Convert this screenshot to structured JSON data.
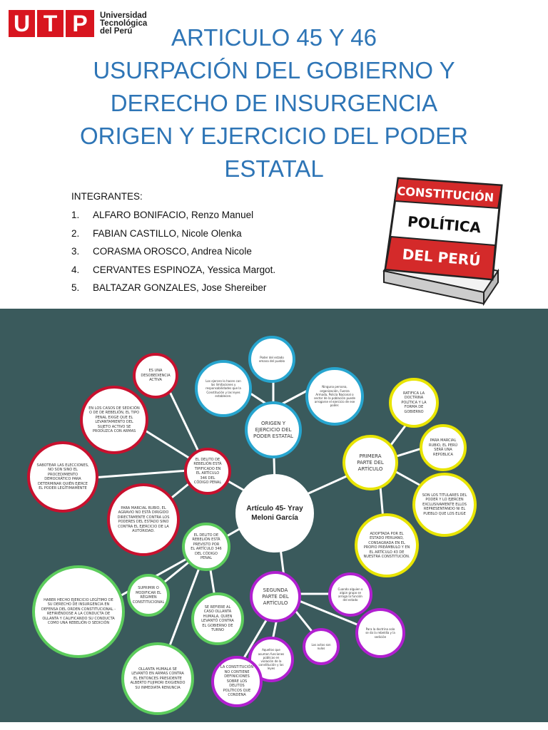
{
  "logo": {
    "letters": [
      "U",
      "T",
      "P"
    ],
    "line1": "Universidad",
    "line2": "Tecnológica",
    "line3": "del Perú",
    "brand_color": "#d8151f"
  },
  "title": {
    "line1": "ARTICULO 45 Y 46",
    "line2": "USURPACIÓN DEL GOBIERNO Y",
    "line3": "DERECHO DE INSURGENCIA",
    "line4": "ORIGEN Y EJERCICIO DEL PODER",
    "line5": "ESTATAL",
    "color": "#2e75b6"
  },
  "members": {
    "label": "INTEGRANTES:",
    "items": [
      {
        "num": "1.",
        "name": "ALFARO BONIFACIO, Renzo Manuel"
      },
      {
        "num": "2.",
        "name": "FABIAN CASTILLO, Nicole Olenka"
      },
      {
        "num": "3.",
        "name": "CORASMA OROSCO, Andrea Nicole"
      },
      {
        "num": "4.",
        "name": "CERVANTES ESPINOZA, Yessica Margot."
      },
      {
        "num": "5.",
        "name": "BALTAZAR GONZALES, Jose Shereiber"
      }
    ]
  },
  "book": {
    "line1": "CONSTITUCIÓN",
    "line2": "POLÍTICA",
    "line3": "DEL PERÚ"
  },
  "map": {
    "background": "#3a5a5c",
    "hub": "Artículo 45- Yray Meloni García",
    "origen": "ORIGEN Y EJERCICIO DEL PODER ESTATAL",
    "primera": "PRIMERA PARTE DEL ARTÍCULO",
    "segunda": "SEGUNDA PARTE DEL ARTÍCULO",
    "blue_top": "Poder del estado emana del pueblo",
    "blue_left": "Los ejercen lo hacen con las limitaciones y responsabilidades que la Constitución y las leyes establecen.",
    "blue_right": "Ninguna persona, organización, Fuerza Armada, Policía Nacional o sector de la población puede arrogarse el ejercicio de ese poder.",
    "y1": "Ratifica la doctrina política y la forma de gobierno",
    "y2": "Para Marcial Rubio, el Perú será una república",
    "y3": "Son los titulares del poder y lo ejercen exclusivamente ellos representando ni el pueblo que los elige",
    "y4": "Adoptada por el estado peruano, consagrada en el propio preámbulo y en el artículo 43 de nuestra constitución.",
    "red_center": "El delito de rebelión está tipificado en el artículo 346 del código penal",
    "r1": "Es una desobediencia activa",
    "r2": "En los casos de sedición o de de rebelión, el tipo penal exige que el levantamiento del sujeto activo se produzca con armas",
    "r3": "Sabotear las elecciones, no son sino el procedimiento democrático para determinar quién ejerce el poder legítimamente",
    "r4": "Para Marcial Rubio, el agravio no está dirigido directamente contra los poderes del estado sino contra el ejercicio de la autoridad.",
    "green_center": "El delito de rebelión está previsto por el artículo 346 del código penal",
    "g1": "Haber hecho ejercicio legítimo de su derecho de insurgencia en defensa del orden constitucional - refiriéndose a la conducta de Ollanta y calificando su conducta como una rebelión o sedición",
    "g2": "Suprimir o modificar el régimen constitucional",
    "g3": "Se refiere al caso Ollanta Humala, quien levantó contra el gobierno de turno",
    "g4": "Ollanta Humala se levantó en armas contra el entonces presidente Alberto Fujimori exigiendo su inmediata renuncia",
    "p1": "Cuando alguien o algún grupo se arroga la función del estado",
    "p2": "Para la doctrina solo se da la rebeldía y la sedición",
    "p3": "Los actos son nulos",
    "p4": "Aquellos que asumen funciones públicas en violación de la constitución y las leyes",
    "p5": "La constitución no contiene definiciones sobre los delitos políticos que condena"
  }
}
